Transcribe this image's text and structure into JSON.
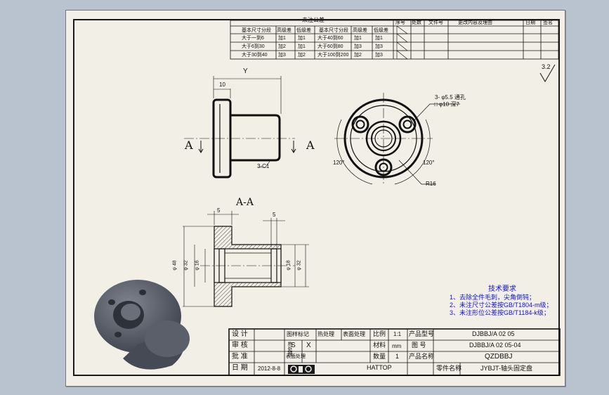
{
  "tolerance_table": {
    "title": "未注公差",
    "headers": [
      "基本尺寸分段",
      "高级差",
      "低级差",
      "基本尺寸分段",
      "高级差",
      "低级差"
    ],
    "rows": [
      [
        "大于一到6",
        "加1",
        "加1",
        "大于40到60",
        "加1",
        "加1"
      ],
      [
        "大于6到30",
        "加2",
        "加1",
        "大于60到80",
        "加3",
        "加3"
      ],
      [
        "大于30到40",
        "加3",
        "加2",
        "大于100到200",
        "加2",
        "加3"
      ]
    ]
  },
  "revision_header": {
    "c1": "序号",
    "c2": "处数",
    "c3": "文件号",
    "c4": "更改内容及理由",
    "c5": "日期",
    "c6": "签名"
  },
  "roughness": "3.2",
  "front_view": {
    "dim_total": "Y",
    "dim_flange": "10",
    "chamfer": "3-C1",
    "section_left": "A",
    "section_right": "A"
  },
  "side_view": {
    "hole_note": "3- φ5.5 通孔",
    "cbore_note": "□ φ10 深7",
    "angle1": "120°",
    "angle2": "120°",
    "radius": "R16"
  },
  "section_view": {
    "title": "A-A",
    "dim_flange_w": "5",
    "dim_groove_w": "5",
    "dia_outer": "φ 48",
    "dia_flange_in": "φ 32",
    "dia_bore": "φ 16",
    "dia_bore2": "φ 18",
    "dia_hub": "φ 32"
  },
  "technical_requirements": {
    "title": "技术要求",
    "items": [
      "1、去除全件毛刺，尖角倒钝；",
      "2、未注尺寸公差按GB/T1804-m级；",
      "3、未注形位公差按GB/T1184-k级；"
    ]
  },
  "title_block": {
    "design": "设 计",
    "check": "审 核",
    "approve": "批 准",
    "date_label": "日 期",
    "date_value": "2012-8-8",
    "drawing_standard": "图样标记",
    "heat": "热处理",
    "surface": "表面处理",
    "scale_label": "比例",
    "scale_value": "1:1",
    "code_label": "产品型号",
    "code_value": "DJBBJ/A 02 05",
    "material_label": "材料",
    "material_value": "mm",
    "fig_label": "图 号",
    "fig_value": "DJBBJ/A 02 05-04",
    "qty_label": "数量",
    "qty_value": "1",
    "product_label": "产品名称",
    "product_value": "QZDBBJ",
    "mark_s": "S",
    "mark_x": "X",
    "company": "HATTOP",
    "part_name_label": "零件名称",
    "part_name_value": "JYBJT-轴头固定盘"
  },
  "colors": {
    "background": "#b9c2cf",
    "paper": "#f2efe6",
    "line": "#111111",
    "annotation": "#1010e0",
    "model": "#4e535e"
  }
}
